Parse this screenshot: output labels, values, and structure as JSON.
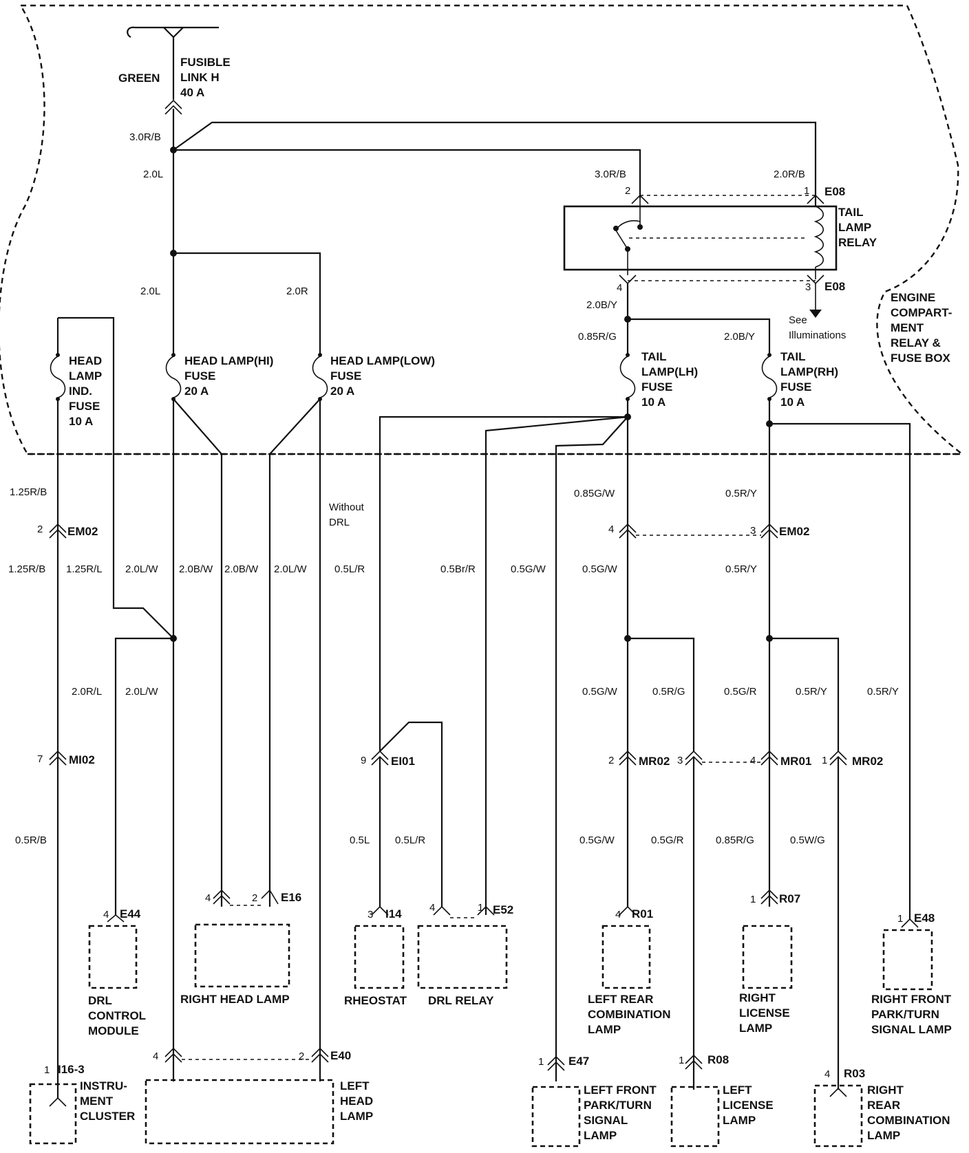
{
  "fusible_link": {
    "color": "GREEN",
    "name": [
      "FUSIBLE",
      "LINK H"
    ],
    "rating": "40 A"
  },
  "wires": {
    "w1": "3.0R/B",
    "w2": "2.0L",
    "w3": "3.0R/B",
    "w4": "2.0R/B",
    "w5": "2.0L",
    "w6": "2.0R",
    "w7": "2.0B/Y",
    "w8": "0.85R/G",
    "w9": "2.0B/Y",
    "w10": "1.25R/B",
    "w11": "1.25R/B",
    "w12": "1.25R/L",
    "w13": "2.0L/W",
    "w14": "2.0B/W",
    "w15": "2.0B/W",
    "w16": "2.0L/W",
    "w17": "0.5L/R",
    "w18": "0.5Br/R",
    "w19": "0.5G/W",
    "w20": "0.5G/W",
    "w21": "0.5R/Y",
    "w22": "0.85G/W",
    "w23": "0.5R/Y",
    "w24": "2.0R/L",
    "w25": "2.0L/W",
    "w26": "0.5G/W",
    "w27": "0.5R/G",
    "w28": "0.5G/R",
    "w29": "0.5R/Y",
    "w30": "0.5R/Y",
    "w31": "0.5R/B",
    "w32": "0.5L",
    "w33": "0.5L/R",
    "w34": "0.5G/W",
    "w35": "0.5G/R",
    "w36": "0.85R/G",
    "w37": "0.5W/G"
  },
  "relay": {
    "name": [
      "TAIL",
      "LAMP",
      "RELAY"
    ],
    "connector": "E08",
    "pins": [
      "2",
      "1",
      "4",
      "3"
    ]
  },
  "see_note": [
    "See",
    "Illuminations"
  ],
  "fuse_box": [
    "ENGINE",
    "COMPART-",
    "MENT",
    "RELAY &",
    "FUSE BOX"
  ],
  "without_drl": [
    "Without",
    "DRL"
  ],
  "fuses": {
    "ind": [
      "HEAD",
      "LAMP",
      "IND.",
      "FUSE",
      "10 A"
    ],
    "hi": [
      "HEAD LAMP(HI)",
      "FUSE",
      "20 A"
    ],
    "low": [
      "HEAD LAMP(LOW)",
      "FUSE",
      "20 A"
    ],
    "tail_lh": [
      "TAIL",
      "LAMP(LH)",
      "FUSE",
      "10 A"
    ],
    "tail_rh": [
      "TAIL",
      "LAMP(RH)",
      "FUSE",
      "10 A"
    ]
  },
  "connectors": {
    "em02": "EM02",
    "em02_pin2": "2",
    "em02_pin4": "4",
    "em02_pin3": "3",
    "mi02": "MI02",
    "mi02_pin": "7",
    "ei01": "EI01",
    "ei01_pin": "9",
    "mr02": "MR02",
    "mr02_pin2": "2",
    "mr02_pin3": "3",
    "mr01": "MR01",
    "mr01_pin": "4",
    "mr02b_pin": "1",
    "e44": "E44",
    "e44_pin": "4",
    "e16": "E16",
    "e16_pin4": "4",
    "e16_pin2": "2",
    "i14": "I14",
    "i14_pin": "3",
    "e52": "E52",
    "e52_pin4": "4",
    "e52_pin1": "1",
    "r01": "R01",
    "r01_pin": "4",
    "r07": "R07",
    "r07_pin": "1",
    "e48": "E48",
    "e48_pin": "1",
    "i16": "I16-3",
    "i16_pin": "1",
    "e40": "E40",
    "e40_pin4": "4",
    "e40_pin2": "2",
    "e47": "E47",
    "e47_pin": "1",
    "r08": "R08",
    "r08_pin": "1",
    "r03": "R03",
    "r03_pin": "4"
  },
  "components": {
    "drl_module": [
      "DRL",
      "CONTROL",
      "MODULE"
    ],
    "right_head": "RIGHT HEAD LAMP",
    "rheostat": "RHEOSTAT",
    "drl_relay": "DRL RELAY",
    "left_rear": [
      "LEFT REAR",
      "COMBINATION",
      "LAMP"
    ],
    "right_license": [
      "RIGHT",
      "LICENSE",
      "LAMP"
    ],
    "right_front": [
      "RIGHT FRONT",
      "PARK/TURN",
      "SIGNAL LAMP"
    ],
    "instrument": [
      "INSTRU-",
      "MENT",
      "CLUSTER"
    ],
    "left_head": [
      "LEFT",
      "HEAD",
      "LAMP"
    ],
    "left_front": [
      "LEFT FRONT",
      "PARK/TURN",
      "SIGNAL",
      "LAMP"
    ],
    "left_license": [
      "LEFT",
      "LICENSE",
      "LAMP"
    ],
    "right_rear": [
      "RIGHT",
      "REAR",
      "COMBINATION",
      "LAMP"
    ]
  }
}
